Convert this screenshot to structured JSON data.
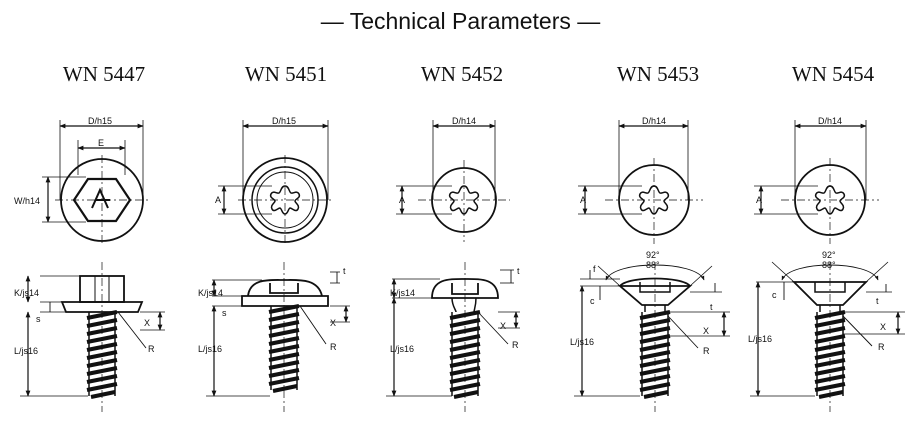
{
  "title": "— Technical Parameters —",
  "standards": [
    {
      "label": "WN 5447"
    },
    {
      "label": "WN 5451"
    },
    {
      "label": "WN 5452"
    },
    {
      "label": "WN 5453"
    },
    {
      "label": "WN 5454"
    }
  ],
  "dims": {
    "d_h15": "D/h15",
    "d_h14": "D/h14",
    "e": "E",
    "w_h14": "W/h14",
    "a": "A",
    "t": "t",
    "k_js14": "K/js14",
    "s": "s",
    "x": "X",
    "r": "R",
    "l_js16": "L/js16",
    "f": "f",
    "c": "c",
    "angle_92": "92°",
    "angle_88": "88°"
  }
}
